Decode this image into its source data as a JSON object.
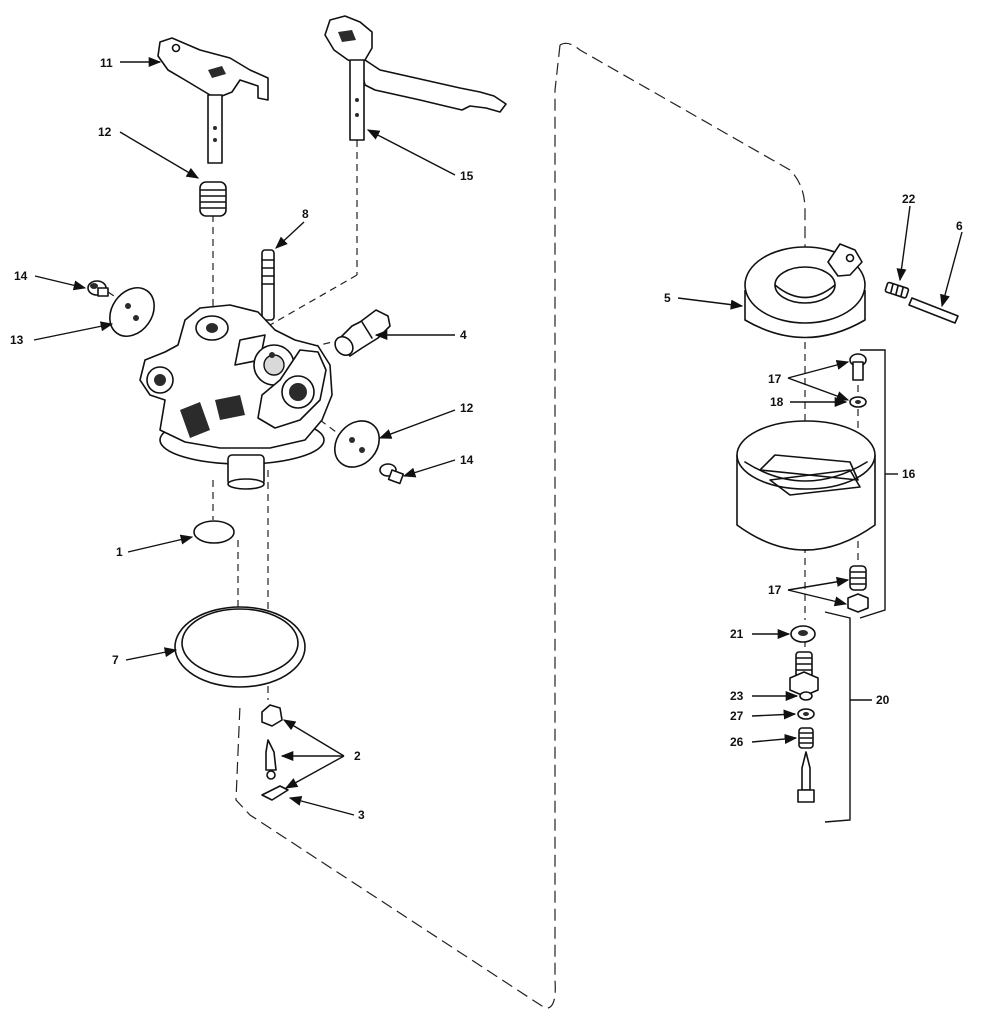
{
  "diagram": {
    "colors": {
      "ink": "#111111",
      "background": "#ffffff"
    },
    "callouts": [
      {
        "id": "c11",
        "text": "11"
      },
      {
        "id": "c12a",
        "text": "12"
      },
      {
        "id": "c15",
        "text": "15"
      },
      {
        "id": "c8",
        "text": "8"
      },
      {
        "id": "c14a",
        "text": "14"
      },
      {
        "id": "c13",
        "text": "13"
      },
      {
        "id": "c4",
        "text": "4"
      },
      {
        "id": "c12b",
        "text": "12"
      },
      {
        "id": "c14b",
        "text": "14"
      },
      {
        "id": "c1",
        "text": "1"
      },
      {
        "id": "c7",
        "text": "7"
      },
      {
        "id": "c2",
        "text": "2"
      },
      {
        "id": "c3",
        "text": "3"
      },
      {
        "id": "c22",
        "text": "22"
      },
      {
        "id": "c6",
        "text": "6"
      },
      {
        "id": "c5",
        "text": "5"
      },
      {
        "id": "c17a",
        "text": "17"
      },
      {
        "id": "c18",
        "text": "18"
      },
      {
        "id": "c16",
        "text": "16"
      },
      {
        "id": "c17b",
        "text": "17"
      },
      {
        "id": "c21",
        "text": "21"
      },
      {
        "id": "c20",
        "text": "20"
      },
      {
        "id": "c23",
        "text": "23"
      },
      {
        "id": "c27",
        "text": "27"
      },
      {
        "id": "c26",
        "text": "26"
      }
    ]
  }
}
